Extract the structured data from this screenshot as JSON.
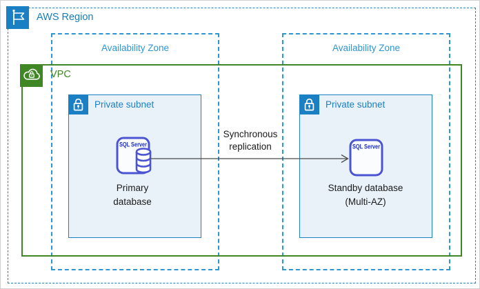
{
  "region": {
    "label": "AWS Region"
  },
  "vpc": {
    "label": "VPC"
  },
  "zones": [
    {
      "label": "Availability Zone"
    },
    {
      "label": "Availability Zone"
    }
  ],
  "subnets": [
    {
      "label": "Private subnet"
    },
    {
      "label": "Private subnet"
    }
  ],
  "nodes": {
    "primary": {
      "icon_text": "SQL Server",
      "label": "Primary database"
    },
    "standby": {
      "icon_text": "SQL Server",
      "label": "Standby database (Multi-AZ)"
    }
  },
  "connection": {
    "label": "Synchronous replication"
  },
  "icons": {
    "region": "flag-icon",
    "vpc": "cloud-lock-icon",
    "subnet": "lock-icon",
    "database": "sql-server-database-icon"
  },
  "colors": {
    "region_blue": "#147eba",
    "az_blue": "#2e95d3",
    "vpc_green": "#3f8624",
    "subnet_border_blue": "#1b7fc4",
    "subnet_fill": "#e9f2f9",
    "sql_icon_indigo": "#4b55d2",
    "sql_label_blue": "#1b2dbf",
    "arrow_gray": "#4a4a4a"
  }
}
